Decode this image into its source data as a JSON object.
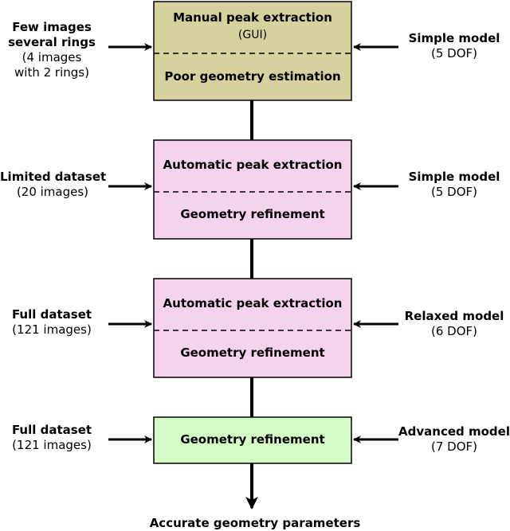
{
  "colors": {
    "stage1_fill": "#d6d29e",
    "stage2_fill": "#f5d3ec",
    "stage3_fill": "#f5d3ec",
    "stage4_fill": "#d4fbc6",
    "stroke": "#000000"
  },
  "stages": [
    {
      "top_text": "Manual peak extraction",
      "top_sub": "(GUI)",
      "bottom_text": "Poor geometry estimation",
      "left_lines_bold": [
        "Few images",
        "several rings"
      ],
      "left_lines_normal": [
        "(4 images",
        "with 2 rings)"
      ],
      "right_bold": "Simple model",
      "right_normal": "(5 DOF)"
    },
    {
      "top_text": "Automatic peak extraction",
      "bottom_text": "Geometry refinement",
      "left_lines_bold": [
        "Limited dataset"
      ],
      "left_lines_normal": [
        "(20 images)"
      ],
      "right_bold": "Simple model",
      "right_normal": "(5 DOF)"
    },
    {
      "top_text": "Automatic peak extraction",
      "bottom_text": "Geometry refinement",
      "left_lines_bold": [
        "Full dataset"
      ],
      "left_lines_normal": [
        "(121 images)"
      ],
      "right_bold": "Relaxed model",
      "right_normal": "(6 DOF)"
    },
    {
      "single_text": "Geometry refinement",
      "left_lines_bold": [
        "Full dataset"
      ],
      "left_lines_normal": [
        "(121 images)"
      ],
      "right_bold": "Advanced model",
      "right_normal": "(7 DOF)"
    }
  ],
  "final_output": "Accurate geometry parameters"
}
